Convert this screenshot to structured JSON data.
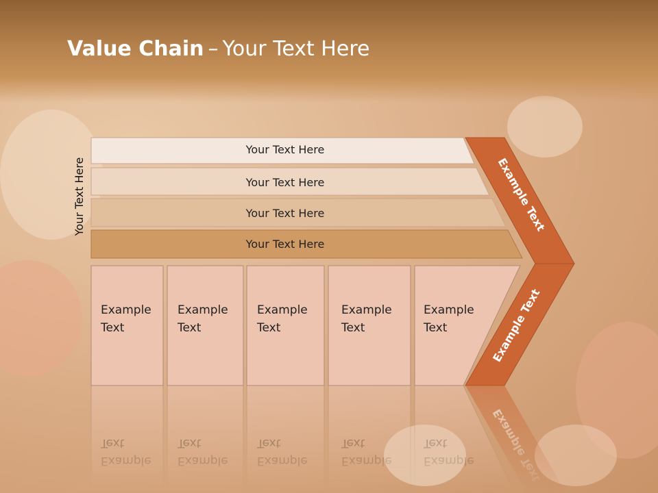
{
  "slide": {
    "title_bold": "Value Chain",
    "title_dash": "–",
    "title_rest": "Your Text Here",
    "side_label": "Your Text Here"
  },
  "support_bars": [
    {
      "label": "Your Text Here",
      "color": "#f4e7de"
    },
    {
      "label": "Your Text Here",
      "color": "#edd6c2"
    },
    {
      "label": "Your Text Here",
      "color": "#e2bf9c"
    },
    {
      "label": "Your Text Here",
      "color": "#cf9a64"
    }
  ],
  "primary_boxes": [
    {
      "line1": "Example",
      "line2": "Text"
    },
    {
      "line1": "Example",
      "line2": "Text"
    },
    {
      "line1": "Example",
      "line2": "Text"
    },
    {
      "line1": "Example",
      "line2": "Text"
    },
    {
      "line1": "Example",
      "line2": "Text"
    }
  ],
  "arrow": {
    "upper_label": "Example Text",
    "lower_label": "Example Text",
    "color": "#cb6533"
  },
  "colors": {
    "box_fill": "#ecc4b0",
    "box_stroke": "#b08a78",
    "header": "#b5814c"
  }
}
